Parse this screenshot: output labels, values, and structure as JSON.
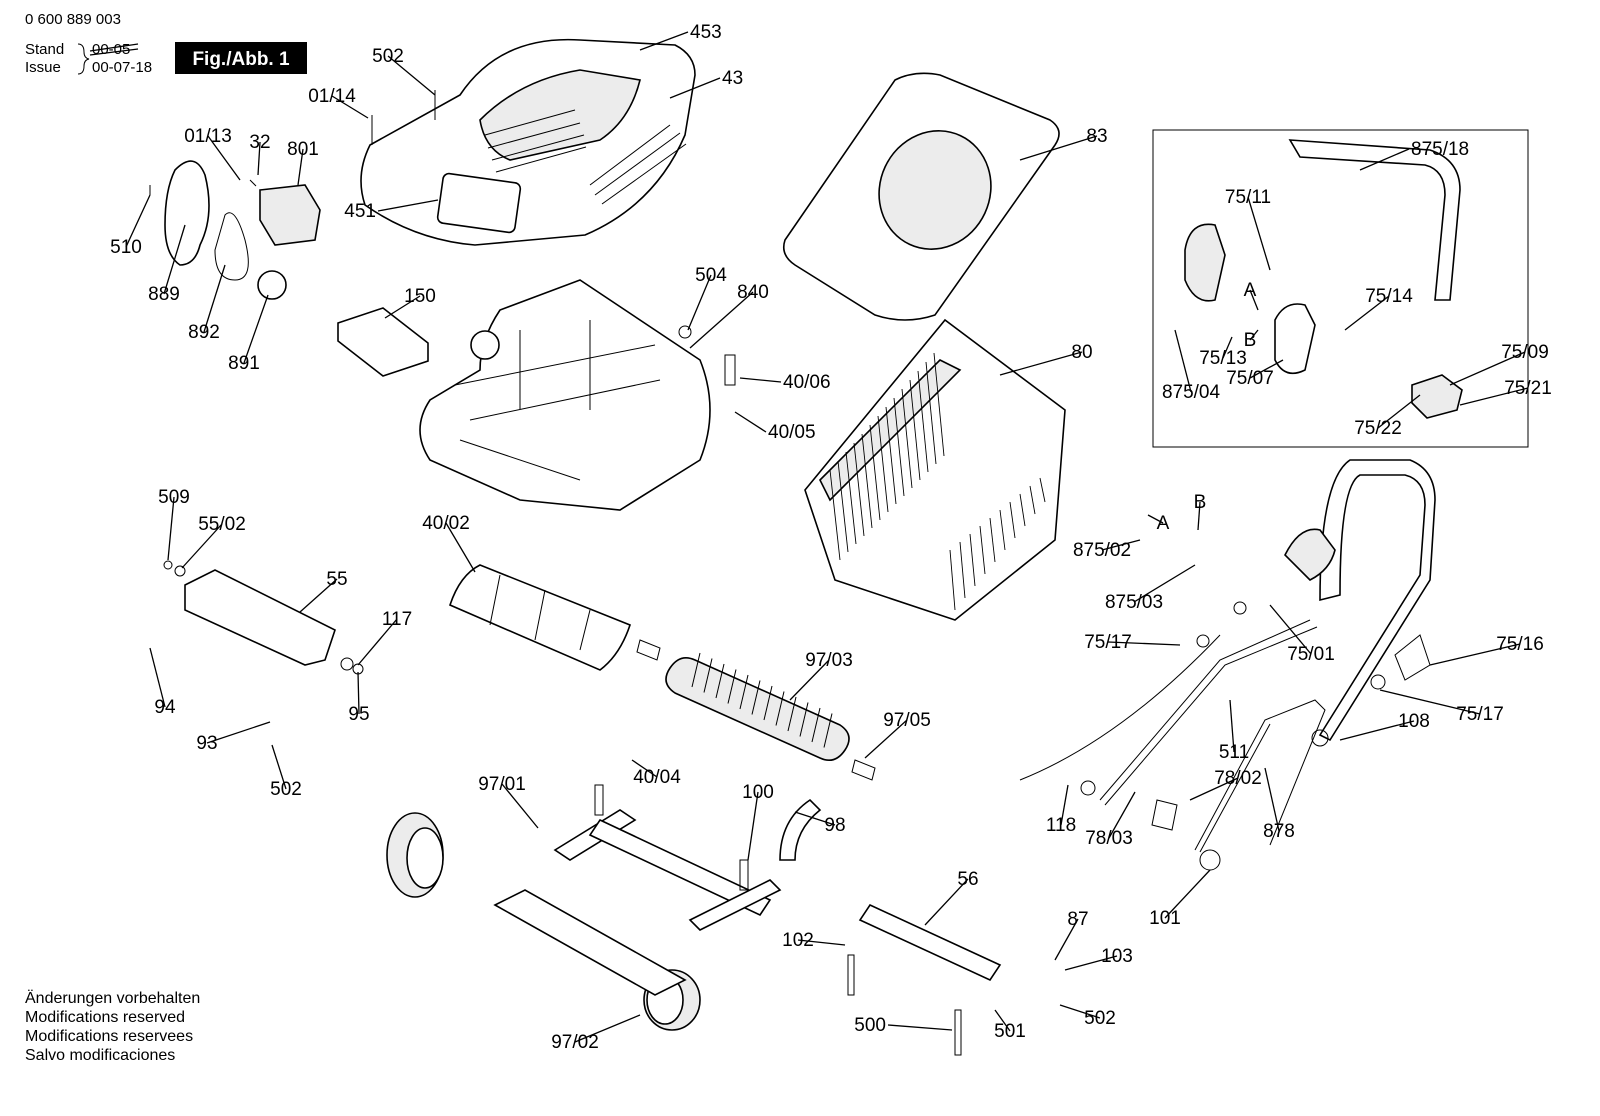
{
  "header": {
    "doc_number": "0 600 889 003",
    "stand_label": "Stand",
    "issue_label": "Issue",
    "stand_date_struck": "00-05",
    "issue_date": "00-07-18",
    "figure_label": "Fig./Abb. 1"
  },
  "footer": {
    "notes": [
      "Änderungen vorbehalten",
      "Modifications reserved",
      "Modifications reservees",
      "Salvo modificaciones"
    ]
  },
  "labels": [
    "453",
    "43",
    "502",
    "01/14",
    "01/13",
    "32",
    "801",
    "510",
    "451",
    "889",
    "892",
    "891",
    "150",
    "504",
    "840",
    "40/06",
    "40/05",
    "83",
    "80",
    "875/18",
    "75/11",
    "75/14",
    "A",
    "B",
    "75/13",
    "875/04",
    "75/07",
    "75/09",
    "75/21",
    "75/22",
    "509",
    "55/02",
    "55",
    "117",
    "94",
    "95",
    "93",
    "502",
    "40/02",
    "97/03",
    "97/05",
    "40/04",
    "875/02",
    "A",
    "B",
    "875/03",
    "75/17",
    "75/01",
    "75/16",
    "75/17",
    "108",
    "511",
    "78/02",
    "118",
    "78/03",
    "878",
    "97/01",
    "100",
    "98",
    "101",
    "56",
    "87",
    "103",
    "102",
    "502",
    "500",
    "501",
    "97/02"
  ]
}
